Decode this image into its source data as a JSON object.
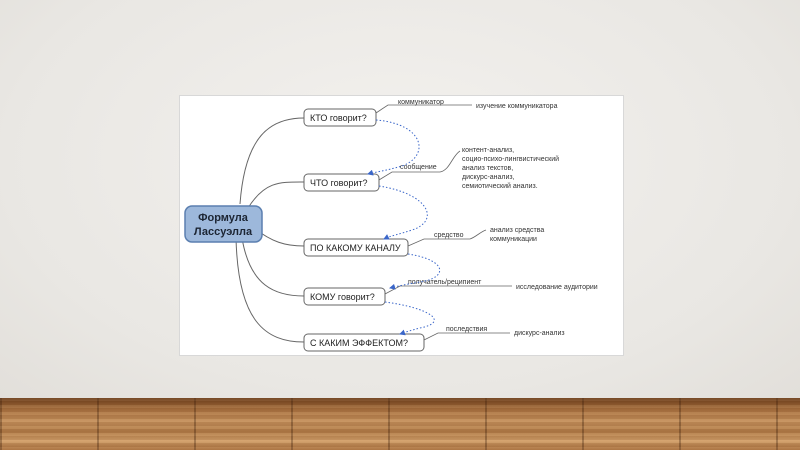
{
  "diagram": {
    "root": {
      "lines": [
        "Формула",
        "Лассуэлла"
      ]
    },
    "nodes": [
      {
        "label": "КТО говорит?",
        "tag": "коммуникатор",
        "notes": [
          "изучение коммуникатора"
        ]
      },
      {
        "label": "ЧТО говорит?",
        "tag": "сообщение",
        "notes": [
          "контент-анализ,",
          "социо-психо-лингвистический",
          "анализ текстов,",
          "дискурс-анализ,",
          "семиотический анализ."
        ]
      },
      {
        "label": "ПО КАКОМУ КАНАЛУ",
        "tag": "средство",
        "notes": [
          "анализ средства",
          "коммуникации"
        ]
      },
      {
        "label": "КОМУ говорит?",
        "tag": "получатель/реципиент",
        "notes": [
          "исследование аудитории"
        ]
      },
      {
        "label": "С КАКИМ ЭФФЕКТОМ?",
        "tag": "последствия",
        "notes": [
          "дискурс-анализ"
        ]
      }
    ],
    "colors": {
      "root_fill": "#9db8db",
      "root_border": "#5b7fb0",
      "arrow": "#3a66c9",
      "line": "#555555"
    }
  }
}
